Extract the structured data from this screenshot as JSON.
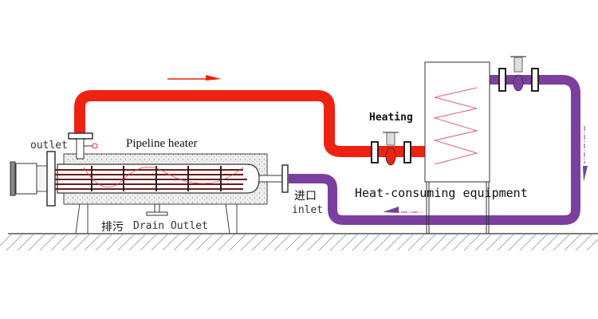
{
  "labels": {
    "outlet": "outlet",
    "pipeline_heater": "Pipeline heater",
    "heating": "Heating",
    "heat_consuming_equipment": "Heat-consuming equipment",
    "inlet_cn": "进口",
    "inlet": "inlet",
    "drain_cn": "排污",
    "drain_outlet": "Drain Outlet"
  },
  "colors": {
    "hot_pipe": "#ee2211",
    "return_pipe": "#7b3f9e",
    "coil": "#e0607a",
    "line": "#333333"
  }
}
